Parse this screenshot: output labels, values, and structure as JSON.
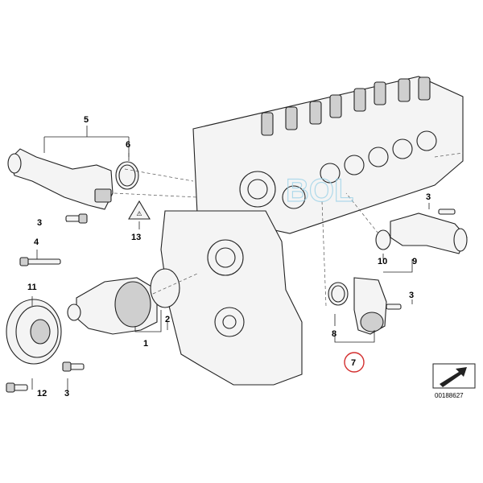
{
  "callouts": {
    "c1": "1",
    "c2": "2",
    "c3a": "3",
    "c3b": "3",
    "c3c": "3",
    "c3d": "3",
    "c4": "4",
    "c5": "5",
    "c6": "6",
    "c7": "7",
    "c8": "8",
    "c9": "9",
    "c10": "10",
    "c11": "11",
    "c12": "12",
    "c13": "13"
  },
  "watermark": "BOL",
  "doc_number": "00188627",
  "highlight_color": "#d32f2f",
  "watermark_color": "#9fd3e8",
  "icons": {
    "arrow_symbol": "direction-arrow-icon",
    "warning_label": "warning-label-icon"
  }
}
